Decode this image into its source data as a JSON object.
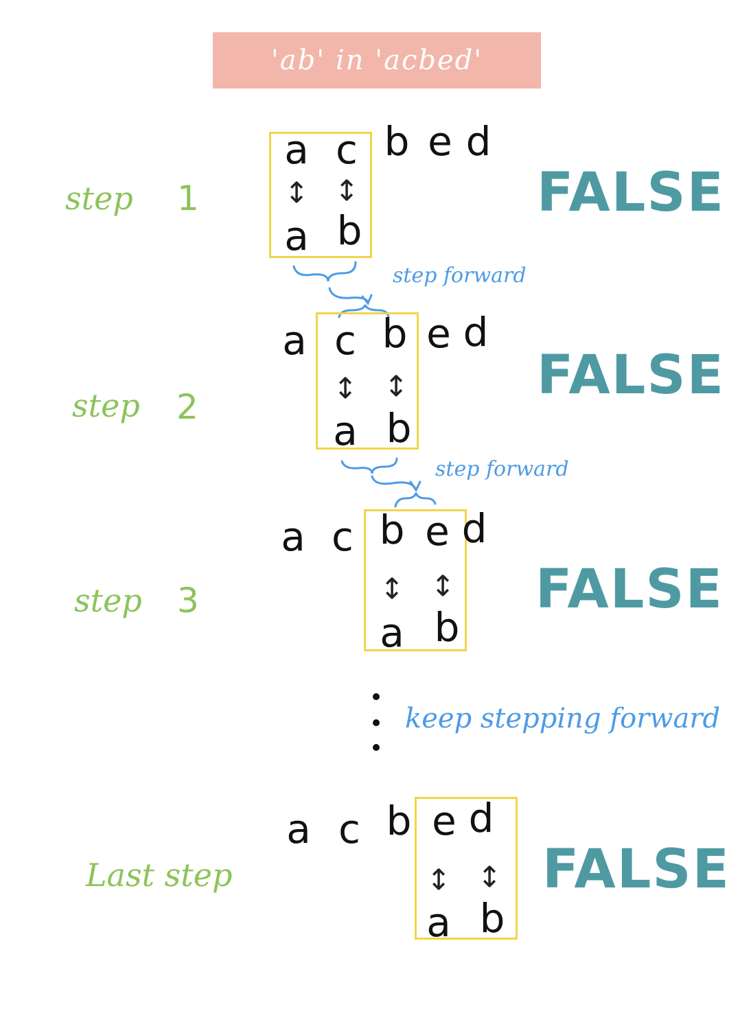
{
  "title": "'ab' in 'acbed'",
  "haystack": [
    "a",
    "c",
    "b",
    "e",
    "d"
  ],
  "needle": [
    "a",
    "b"
  ],
  "arrow_glyph": "↕",
  "steps": [
    {
      "label": "step",
      "number": "1",
      "result": "FALSE"
    },
    {
      "label": "step",
      "number": "2",
      "result": "FALSE"
    },
    {
      "label": "step",
      "number": "3",
      "result": "FALSE"
    },
    {
      "label": "Last step",
      "number": "",
      "result": "FALSE"
    }
  ],
  "notes": {
    "step_forward_1": "step forward",
    "step_forward_2": "step forward",
    "keep_stepping": "keep stepping forward"
  },
  "colors": {
    "banner": "#f2b6aa",
    "step_label": "#8cc35a",
    "window_box": "#f2d54a",
    "verdict": "#4f9aa2",
    "note": "#4d9be6"
  }
}
